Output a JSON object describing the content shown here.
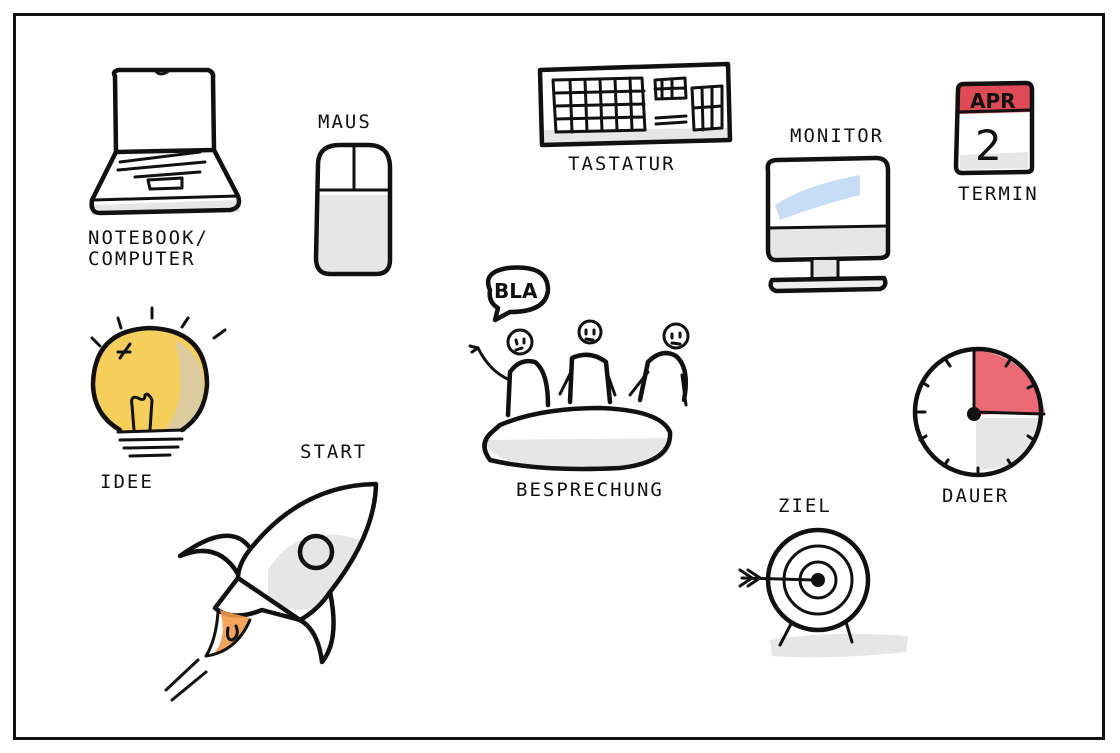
{
  "labels": {
    "notebook_line1": "NOTEBOOK/",
    "notebook_line2": "COMPUTER",
    "maus": "MAUS",
    "tastatur": "TASTATUR",
    "monitor": "MONITOR",
    "calendar_month": "APR",
    "calendar_day": "2",
    "termin": "TERMIN",
    "speech": "BLA",
    "besprechung": "BESPRECHUNG",
    "idee": "IDEE",
    "start": "START",
    "ziel": "ZIEL",
    "dauer": "DAUER"
  },
  "colors": {
    "ink": "#111111",
    "shade": "#e6e6e6",
    "bulb_yellow": "#f4c94a",
    "calendar_red": "#e04a55",
    "timer_red": "#e8505c",
    "screen_blue": "#b9d4f2",
    "flame_orange": "#f29a4a"
  },
  "icons": [
    "notebook-icon",
    "mouse-icon",
    "keyboard-icon",
    "monitor-icon",
    "calendar-icon",
    "lightbulb-icon",
    "meeting-icon",
    "rocket-icon",
    "target-icon",
    "stopwatch-icon"
  ]
}
